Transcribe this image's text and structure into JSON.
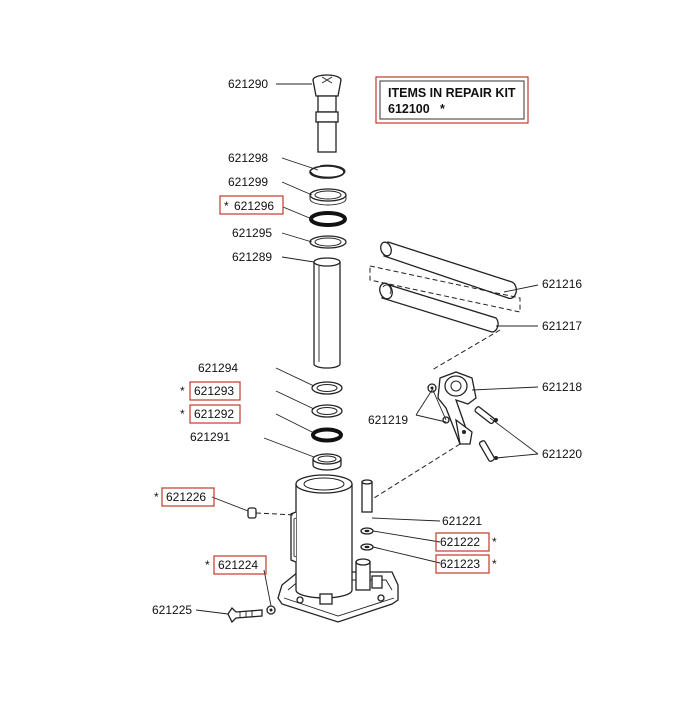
{
  "legend": {
    "title": "ITEMS IN REPAIR KIT",
    "kit_number": "612100",
    "kit_marker": "*"
  },
  "colors": {
    "kit_box": "#c0392b",
    "line": "#222222",
    "seal": "#111111"
  },
  "parts": [
    {
      "id": "621290",
      "in_kit": false,
      "marker": ""
    },
    {
      "id": "621298",
      "in_kit": false,
      "marker": ""
    },
    {
      "id": "621299",
      "in_kit": false,
      "marker": ""
    },
    {
      "id": "621296",
      "in_kit": true,
      "marker": "*"
    },
    {
      "id": "621295",
      "in_kit": false,
      "marker": ""
    },
    {
      "id": "621289",
      "in_kit": false,
      "marker": ""
    },
    {
      "id": "621294",
      "in_kit": false,
      "marker": ""
    },
    {
      "id": "621293",
      "in_kit": true,
      "marker": "*"
    },
    {
      "id": "621292",
      "in_kit": true,
      "marker": "*"
    },
    {
      "id": "621291",
      "in_kit": false,
      "marker": ""
    },
    {
      "id": "621226",
      "in_kit": true,
      "marker": "*"
    },
    {
      "id": "621224",
      "in_kit": true,
      "marker": "*"
    },
    {
      "id": "621225",
      "in_kit": false,
      "marker": ""
    },
    {
      "id": "621216",
      "in_kit": false,
      "marker": ""
    },
    {
      "id": "621217",
      "in_kit": false,
      "marker": ""
    },
    {
      "id": "621218",
      "in_kit": false,
      "marker": ""
    },
    {
      "id": "621219",
      "in_kit": false,
      "marker": ""
    },
    {
      "id": "621220",
      "in_kit": false,
      "marker": ""
    },
    {
      "id": "621221",
      "in_kit": false,
      "marker": ""
    },
    {
      "id": "621222",
      "in_kit": true,
      "marker": "*"
    },
    {
      "id": "621223",
      "in_kit": true,
      "marker": "*"
    }
  ]
}
